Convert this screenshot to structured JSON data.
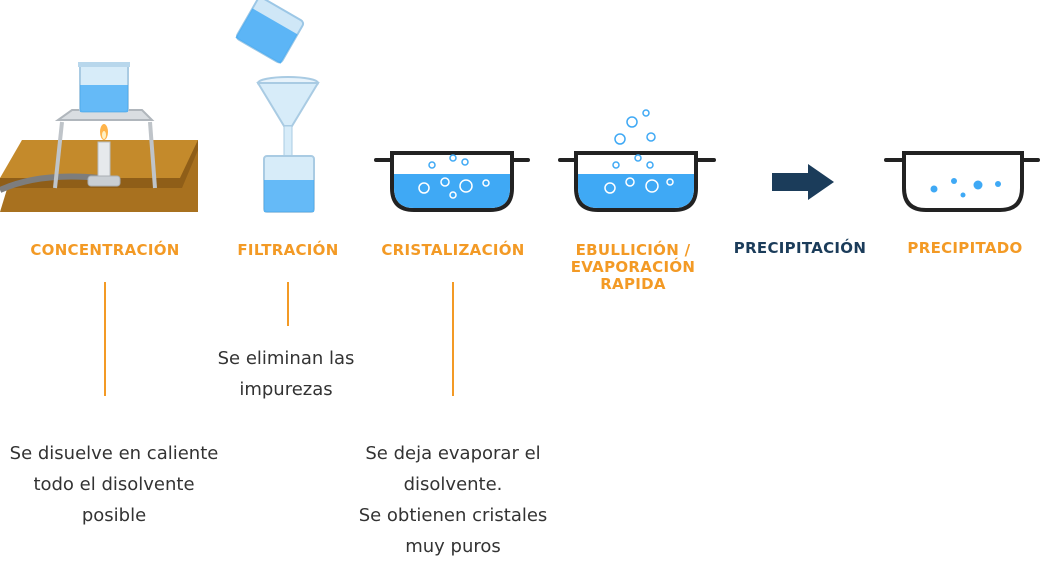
{
  "steps": {
    "concentracion": "CONCENTRACIÓN",
    "filtracion": "FILTRACIÓN",
    "cristalizacion": "CRISTALIZACIÓN",
    "ebullicion": [
      "EBULLICIÓN /",
      "EVAPORACIÓN",
      "RAPIDA"
    ],
    "precipitacion": "PRECIPITACIÓN",
    "precipitado": "PRECIPITADO"
  },
  "descriptions": {
    "concentracion": [
      "Se disuelve en caliente",
      "todo el disolvente",
      "posible"
    ],
    "filtracion": [
      "Se eliminan las",
      "impurezas"
    ],
    "cristalizacion": [
      "Se deja evaporar el",
      "disolvente.",
      "Se obtienen cristales",
      "muy puros"
    ]
  },
  "colors": {
    "accent_orange": "#f39a25",
    "navy": "#1b3c5a",
    "water_blue": "#3fa9f5",
    "glass_light": "#cfe7f7"
  },
  "icons": [
    "bunsen-burner-icon",
    "filter-funnel-icon",
    "pot-crystals-icon",
    "boiling-pot-icon",
    "arrow-right-icon",
    "pot-precipitate-icon"
  ]
}
